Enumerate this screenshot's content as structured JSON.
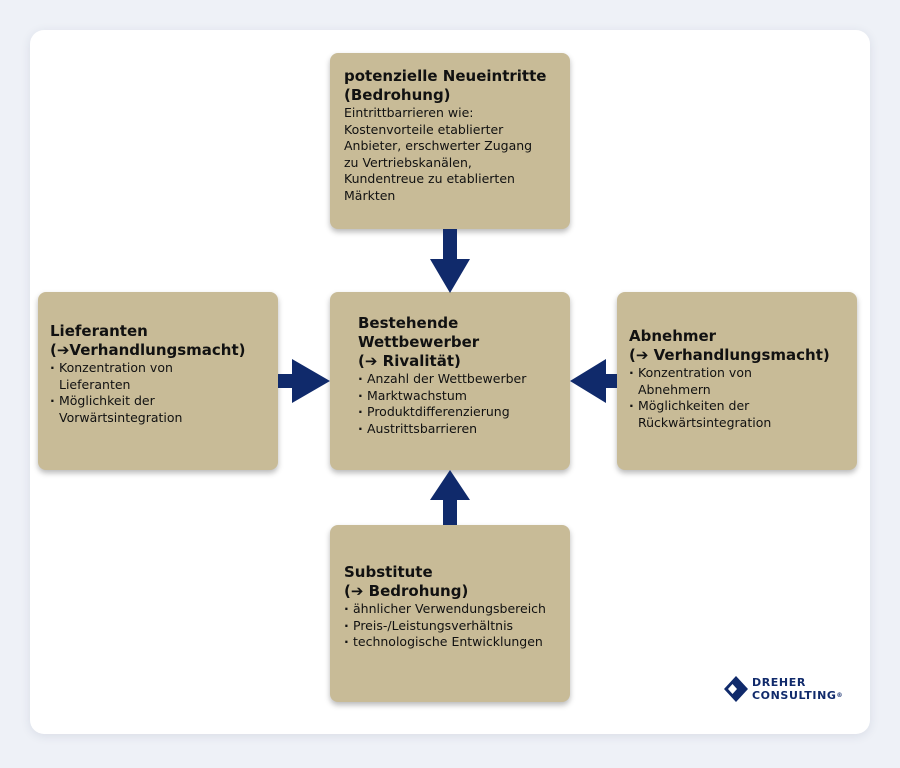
{
  "colors": {
    "box_fill": "#c8bb97",
    "arrow": "#102a6b",
    "background": "#ffffff"
  },
  "boxes": {
    "top": {
      "title": [
        "potenzielle Neueintritte",
        "(Bedrohung)"
      ],
      "text": [
        "Eintrittbarrieren wie:",
        "Kostenvorteile etablierter",
        "Anbieter, erschwerter Zugang",
        "zu Vertriebskanälen,",
        "Kundentreue zu etablierten",
        "Märkten"
      ]
    },
    "center": {
      "title": [
        "Bestehende",
        "Wettbewerber",
        "(➔ Rivalität)"
      ],
      "items": [
        "Anzahl der Wettbewerber",
        "Marktwachstum",
        "Produktdifferenzierung",
        "Austrittsbarrieren"
      ]
    },
    "left": {
      "title": [
        "Lieferanten",
        "(➔Verhandlungsmacht)"
      ],
      "items": [
        "Konzentration von Lieferanten",
        "Möglichkeit der Vorwärtsintegration"
      ]
    },
    "right": {
      "title": [
        "Abnehmer",
        "(➔ Verhandlungsmacht)"
      ],
      "items": [
        "Konzentration von Abnehmern",
        "Möglichkeiten der Rückwärtsintegration"
      ]
    },
    "bottom": {
      "title": [
        "Substitute",
        "(➔ Bedrohung)"
      ],
      "items": [
        "ähnlicher Verwendungsbereich",
        "Preis-/Leistungsverhältnis",
        "technologische Entwicklungen"
      ]
    }
  },
  "logo": {
    "line1": "DREHER",
    "line2": "CONSULTING",
    "mark": "®",
    "icon": "dreher-diamond-icon"
  }
}
